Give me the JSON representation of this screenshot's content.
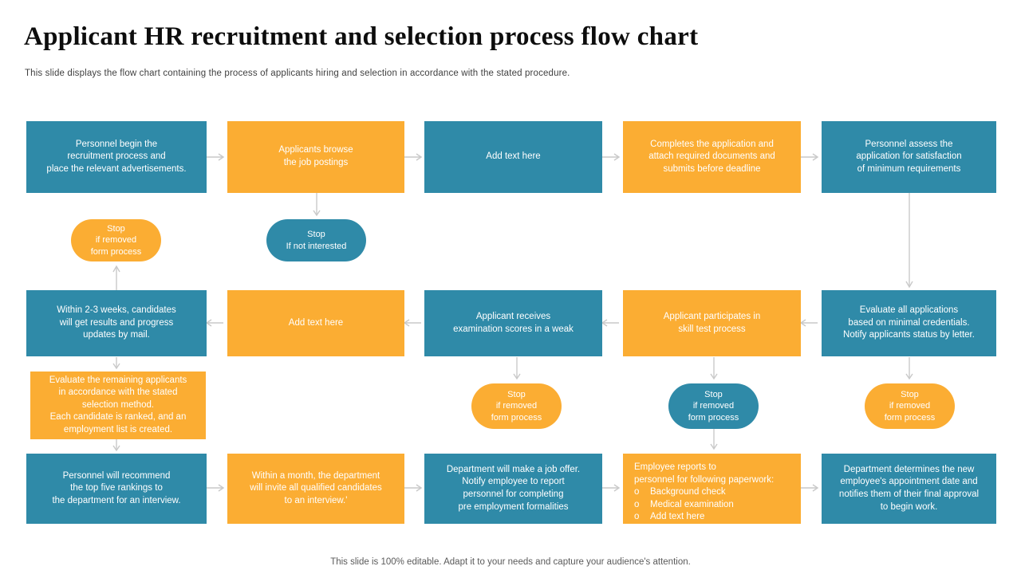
{
  "slide": {
    "title": "Applicant HR recruitment and selection process flow chart",
    "subtitle": "This slide displays the flow chart containing the process of applicants hiring and selection in accordance with the stated procedure.",
    "footer": "This slide is 100% editable. Adapt it to your needs and capture your audience's attention.",
    "colors": {
      "teal": "#2f8aa8",
      "orange": "#fbad33",
      "connector": "#c9c9c9",
      "title": "#0d0d0d",
      "body_text": "#3f3f3f",
      "node_text": "#ffffff"
    }
  },
  "flow": {
    "row1": [
      {
        "id": "r1c1",
        "color": "teal",
        "lines": [
          "Personnel begin the",
          "recruitment process and",
          "place the relevant advertisements."
        ]
      },
      {
        "id": "r1c2",
        "color": "orange",
        "lines": [
          "Applicants browse",
          "the job postings"
        ]
      },
      {
        "id": "r1c3",
        "color": "teal",
        "lines": [
          "Add text here"
        ]
      },
      {
        "id": "r1c4",
        "color": "orange",
        "lines": [
          "Completes the application and",
          "attach required documents  and",
          "submits before deadline"
        ]
      },
      {
        "id": "r1c5",
        "color": "teal",
        "lines": [
          "Personnel assess the",
          "application for satisfaction",
          "of minimum requirements"
        ]
      }
    ],
    "stops_upper": [
      {
        "id": "stop1",
        "color": "orange",
        "lines": [
          "Stop",
          "if removed",
          "form process"
        ]
      },
      {
        "id": "stop2",
        "color": "teal",
        "lines": [
          "Stop",
          "If not interested"
        ]
      }
    ],
    "row2": [
      {
        "id": "r2c1",
        "color": "teal",
        "lines": [
          "Within 2-3 weeks, candidates",
          "will get results and progress",
          "updates by mail."
        ]
      },
      {
        "id": "r2c2",
        "color": "orange",
        "lines": [
          "Add text here"
        ]
      },
      {
        "id": "r2c3",
        "color": "teal",
        "lines": [
          "Applicant receives",
          "examination scores in a weak"
        ]
      },
      {
        "id": "r2c4",
        "color": "orange",
        "lines": [
          "Applicant participates in",
          "skill test process"
        ]
      },
      {
        "id": "r2c5",
        "color": "teal",
        "lines": [
          "Evaluate all applications",
          "based on minimal credentials.",
          "Notify applicants status by letter."
        ]
      }
    ],
    "middle_left": {
      "id": "m1",
      "color": "orange",
      "lines": [
        "Evaluate the remaining applicants",
        "in accordance with the stated",
        "selection method.",
        "Each candidate is ranked, and an",
        "employment list is created."
      ]
    },
    "stops_lower": [
      {
        "id": "stop3",
        "color": "orange",
        "lines": [
          "Stop",
          "if removed",
          "form process"
        ]
      },
      {
        "id": "stop4",
        "color": "teal",
        "lines": [
          "Stop",
          "if removed",
          "form process"
        ]
      },
      {
        "id": "stop5",
        "color": "orange",
        "lines": [
          "Stop",
          "if removed",
          "form process"
        ]
      }
    ],
    "row3": [
      {
        "id": "r3c1",
        "color": "teal",
        "lines": [
          "Personnel will recommend",
          "the top five rankings to",
          "the department for an interview."
        ]
      },
      {
        "id": "r3c2",
        "color": "orange",
        "lines": [
          "Within a month, the department",
          "will invite all qualified candidates",
          "to an interview.'"
        ]
      },
      {
        "id": "r3c3",
        "color": "teal",
        "lines": [
          "Department will make a job offer.",
          "Notify employee to report",
          "personnel for completing",
          "pre employment formalities"
        ]
      },
      {
        "id": "r3c5",
        "color": "teal",
        "lines": [
          "Department determines the new",
          "employee's appointment date and",
          "notifies them of their final approval",
          "to begin work."
        ]
      }
    ],
    "row3_bullets": {
      "id": "r3c4",
      "color": "orange",
      "heading": [
        "Employee reports to",
        "personnel for following paperwork:"
      ],
      "bullet_marker": "o",
      "items": [
        "Background check",
        "Medical examination",
        "Add text here"
      ]
    }
  }
}
